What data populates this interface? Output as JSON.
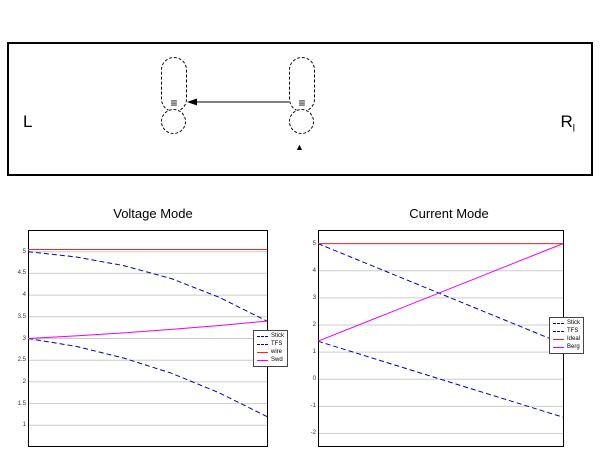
{
  "diagram": {
    "left_label": "L",
    "right_label": "R",
    "right_label_sub": "l",
    "equiv_symbol": "≡",
    "pointer_symbol": "▲"
  },
  "colors": {
    "blue": "#0000bb",
    "red": "#ff2020",
    "magenta": "#ee00ee",
    "grid": "#cccccc",
    "axis": "#000000"
  },
  "chart_data": [
    {
      "type": "line",
      "title": "Voltage Mode",
      "xlabel": "",
      "ylabel": "",
      "xlim": [
        0,
        1
      ],
      "ylim": [
        0.5,
        5.5
      ],
      "ytick_step": 0.5,
      "grid": true,
      "legend_position": "right",
      "legend_top_frac": 0.46,
      "series": [
        {
          "name": "Stick",
          "color": "#0000bb",
          "dash": true,
          "x": [
            0,
            0.2,
            0.4,
            0.6,
            0.8,
            1
          ],
          "y": [
            5.0,
            4.88,
            4.68,
            4.38,
            3.95,
            3.4
          ]
        },
        {
          "name": "TFS",
          "color": "#0000bb",
          "dash": true,
          "x": [
            0,
            0.2,
            0.4,
            0.6,
            0.8,
            1
          ],
          "y": [
            3.0,
            2.82,
            2.55,
            2.2,
            1.75,
            1.2
          ]
        },
        {
          "name": "wire",
          "color": "#ff2020",
          "dash": false,
          "x": [
            0,
            1
          ],
          "y": [
            5.05,
            5.05
          ]
        },
        {
          "name": "Swd",
          "color": "#ee00ee",
          "dash": false,
          "x": [
            0,
            0.2,
            0.4,
            0.6,
            0.8,
            1
          ],
          "y": [
            3.0,
            3.06,
            3.13,
            3.21,
            3.3,
            3.4
          ]
        }
      ]
    },
    {
      "type": "line",
      "title": "Current Mode",
      "xlabel": "",
      "ylabel": "",
      "xlim": [
        0,
        1
      ],
      "ylim": [
        -2.5,
        5.5
      ],
      "ytick_step": 1,
      "grid": true,
      "legend_position": "right",
      "legend_top_frac": 0.4,
      "series": [
        {
          "name": "Stick",
          "color": "#0000bb",
          "dash": true,
          "x": [
            0,
            1
          ],
          "y": [
            5.0,
            1.3
          ]
        },
        {
          "name": "TFS",
          "color": "#0000bb",
          "dash": true,
          "x": [
            0,
            1
          ],
          "y": [
            1.4,
            -1.4
          ]
        },
        {
          "name": "Ideal",
          "color": "#ff2020",
          "dash": false,
          "x": [
            0,
            1
          ],
          "y": [
            5.0,
            5.0
          ]
        },
        {
          "name": "Berg",
          "color": "#ee00ee",
          "dash": false,
          "x": [
            0,
            1
          ],
          "y": [
            1.4,
            5.0
          ]
        }
      ]
    }
  ]
}
